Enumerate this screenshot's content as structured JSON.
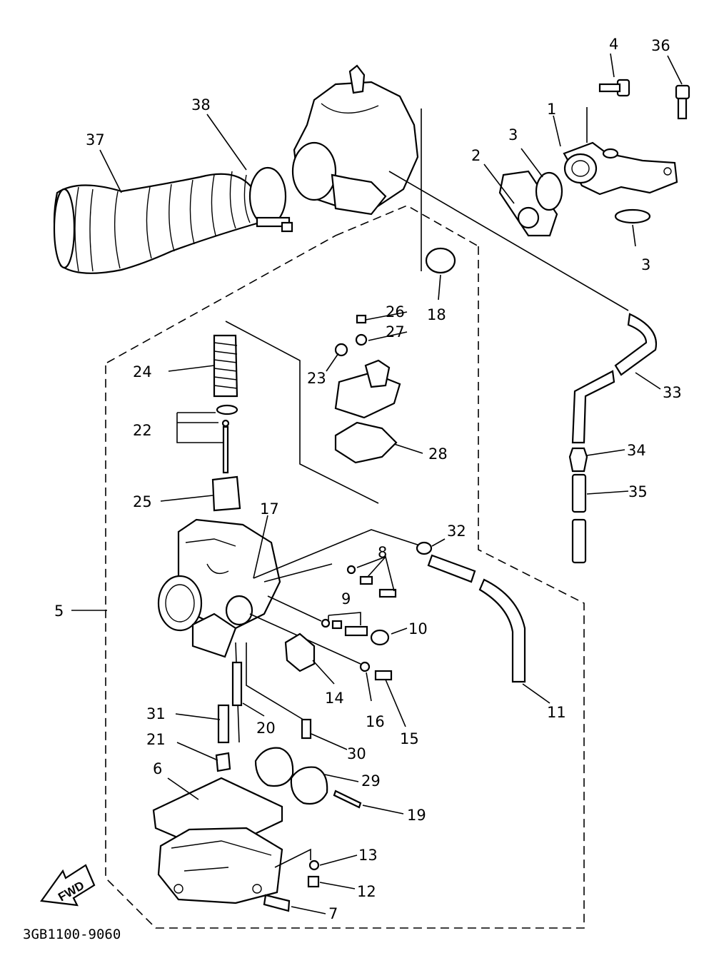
{
  "diagram": {
    "code": "3GB1100-9060",
    "fwd_label": "FWD",
    "callouts": {
      "c1": "1",
      "c2": "2",
      "c3a": "3",
      "c3b": "3",
      "c4": "4",
      "c5": "5",
      "c6": "6",
      "c7": "7",
      "c8": "8",
      "c9": "9",
      "c10": "10",
      "c11": "11",
      "c12": "12",
      "c13": "13",
      "c14": "14",
      "c15": "15",
      "c16": "16",
      "c17": "17",
      "c18": "18",
      "c19": "19",
      "c20": "20",
      "c21": "21",
      "c22": "22",
      "c23": "23",
      "c24": "24",
      "c25": "25",
      "c26": "26",
      "c27": "27",
      "c28": "28",
      "c29": "29",
      "c30": "30",
      "c31": "31",
      "c32": "32",
      "c33": "33",
      "c34": "34",
      "c35": "35",
      "c36": "36",
      "c37": "37",
      "c38": "38"
    }
  }
}
